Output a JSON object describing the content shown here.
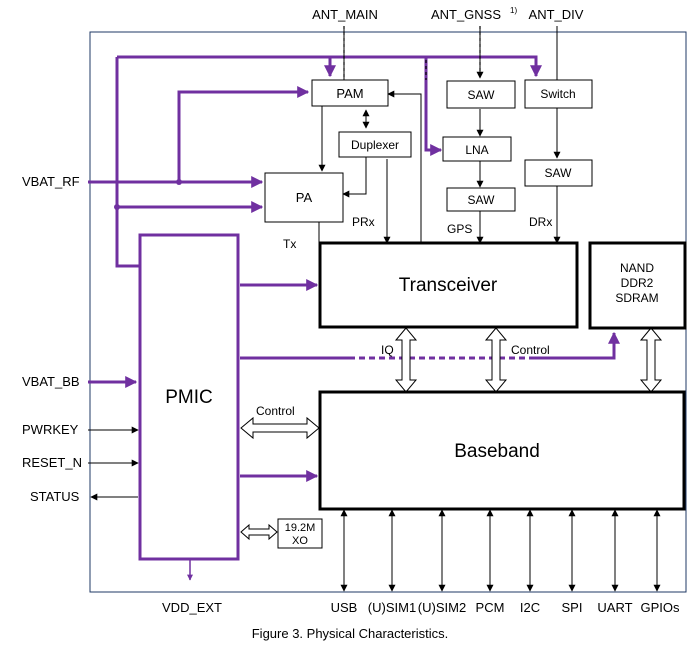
{
  "external": {
    "ant_main": "ANT_MAIN",
    "ant_gnss": "ANT_GNSS",
    "ant_gnss_note": "1)",
    "ant_div": "ANT_DIV",
    "vbat_rf": "VBAT_RF",
    "vbat_bb": "VBAT_BB",
    "pwrkey": "PWRKEY",
    "reset_n": "RESET_N",
    "status": "STATUS",
    "vdd_ext": "VDD_EXT"
  },
  "blocks": {
    "pam": "PAM",
    "duplexer": "Duplexer",
    "pa": "PA",
    "saw_gnss_1": "SAW",
    "lna": "LNA",
    "saw_gnss_2": "SAW",
    "switch": "Switch",
    "saw_div": "SAW",
    "transceiver": "Transceiver",
    "memory_line1": "NAND",
    "memory_line2": "DDR2",
    "memory_line3": "SDRAM",
    "pmic": "PMIC",
    "baseband": "Baseband",
    "xo_line1": "19.2M",
    "xo_line2": "XO"
  },
  "signals": {
    "tx": "Tx",
    "prx": "PRx",
    "gps": "GPS",
    "drx": "DRx",
    "iq": "IQ",
    "control_top": "Control",
    "control_pmic": "Control"
  },
  "interfaces": [
    "USB",
    "(U)SIM1",
    "(U)SIM2",
    "PCM",
    "I2C",
    "SPI",
    "UART",
    "GPIOs"
  ],
  "colors": {
    "power": "#7030a0",
    "frame": "#1f3864",
    "line": "#000000"
  },
  "caption": "Figure 3. Physical Characteristics."
}
